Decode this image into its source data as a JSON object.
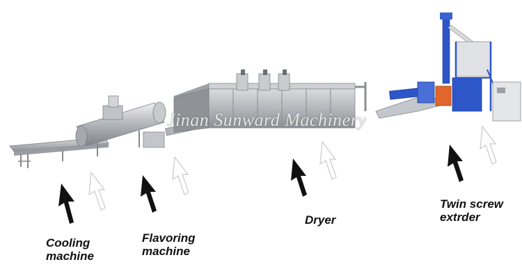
{
  "watermark": "Jinan Sunward Machinery",
  "labels": {
    "cooling": [
      "Cooling",
      "machine"
    ],
    "flavoring": [
      "Flavoring",
      "machine"
    ],
    "dryer": [
      "Dryer"
    ],
    "twin_screw": [
      "Twin screw",
      "extrder"
    ]
  },
  "colors": {
    "steel": "#b9bcc0",
    "steel_dark": "#8e9196",
    "blue_frame": "#2d56c9",
    "orange_motor": "#e0662c",
    "arrow_black": "#111111"
  }
}
